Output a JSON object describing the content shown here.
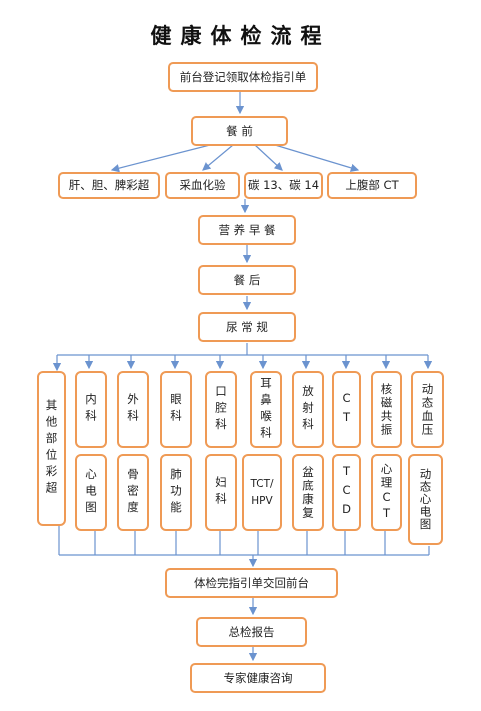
{
  "title": "健康体检流程",
  "steps": {
    "reception": "前台登记领取体检指引单",
    "before_meal": "餐 前",
    "before_items": [
      "肝、胆、脾彩超",
      "采血化验",
      "碳 13、碳 14",
      "上腹部 CT"
    ],
    "breakfast": "营 养 早 餐",
    "after_meal": "餐 后",
    "urine": "尿 常 规"
  },
  "exams": {
    "other_ultrasound": "其他部位彩超",
    "top": [
      "内科",
      "外科",
      "眼科",
      "口腔科",
      "耳鼻喉科",
      "放射科",
      "CT",
      "核磁共振",
      "动态血压"
    ],
    "bottom": [
      "心电图",
      "骨密度",
      "肺功能",
      "妇科",
      "TCT/HPV",
      "盆底康复",
      "TCD",
      "心理CT",
      "动态心电图"
    ]
  },
  "final": {
    "return_sheet": "体检完指引单交回前台",
    "report": "总检报告",
    "consult": "专家健康咨询"
  },
  "colors": {
    "box_border": "#ef9a55",
    "line": "#6b93cf"
  }
}
